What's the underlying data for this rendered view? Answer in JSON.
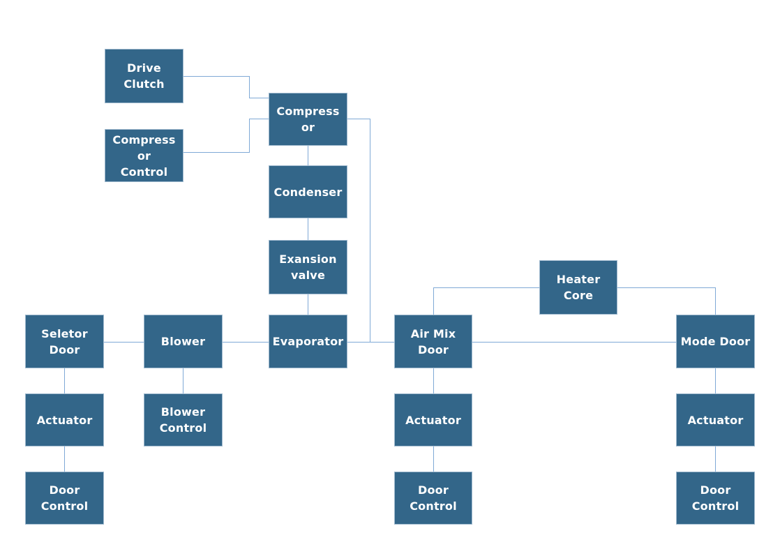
{
  "diagram": {
    "title": "HVAC system block diagram",
    "background": "#FFFFFF",
    "colors": {
      "node_fill": "#336689",
      "node_border": "#9FB9CE",
      "node_text": "#FFFFFF",
      "connector": "#7FA9D6"
    },
    "nodes": [
      {
        "id": "drive-clutch",
        "label": "Drive\nClutch"
      },
      {
        "id": "compressor-control",
        "label": "Compress\nor\nControl"
      },
      {
        "id": "compressor",
        "label": "Compress\nor"
      },
      {
        "id": "condenser",
        "label": "Condenser"
      },
      {
        "id": "expansion-valve",
        "label": "Exansion\nvalve"
      },
      {
        "id": "evaporator",
        "label": "Evaporator"
      },
      {
        "id": "selector-door",
        "label": "Seletor\nDoor"
      },
      {
        "id": "blower",
        "label": "Blower"
      },
      {
        "id": "air-mix-door",
        "label": "Air Mix\nDoor"
      },
      {
        "id": "heater-core",
        "label": "Heater\nCore"
      },
      {
        "id": "mode-door",
        "label": "Mode Door"
      },
      {
        "id": "actuator-left",
        "label": "Actuator"
      },
      {
        "id": "door-control-left",
        "label": "Door\nControl"
      },
      {
        "id": "blower-control",
        "label": "Blower\nControl"
      },
      {
        "id": "actuator-center",
        "label": "Actuator"
      },
      {
        "id": "door-control-center",
        "label": "Door\nControl"
      },
      {
        "id": "actuator-right",
        "label": "Actuator"
      },
      {
        "id": "door-control-right",
        "label": "Door\nControl"
      }
    ],
    "edges": [
      {
        "from": "drive-clutch",
        "to": "compressor"
      },
      {
        "from": "compressor-control",
        "to": "compressor"
      },
      {
        "from": "compressor",
        "to": "condenser"
      },
      {
        "from": "condenser",
        "to": "expansion-valve"
      },
      {
        "from": "expansion-valve",
        "to": "evaporator"
      },
      {
        "from": "compressor",
        "to": "air-mix-door"
      },
      {
        "from": "selector-door",
        "to": "blower"
      },
      {
        "from": "blower",
        "to": "evaporator"
      },
      {
        "from": "evaporator",
        "to": "air-mix-door"
      },
      {
        "from": "air-mix-door",
        "to": "mode-door"
      },
      {
        "from": "heater-core",
        "to": "air-mix-door"
      },
      {
        "from": "heater-core",
        "to": "mode-door"
      },
      {
        "from": "selector-door",
        "to": "actuator-left"
      },
      {
        "from": "actuator-left",
        "to": "door-control-left"
      },
      {
        "from": "blower",
        "to": "blower-control"
      },
      {
        "from": "air-mix-door",
        "to": "actuator-center"
      },
      {
        "from": "actuator-center",
        "to": "door-control-center"
      },
      {
        "from": "mode-door",
        "to": "actuator-right"
      },
      {
        "from": "actuator-right",
        "to": "door-control-right"
      }
    ]
  }
}
